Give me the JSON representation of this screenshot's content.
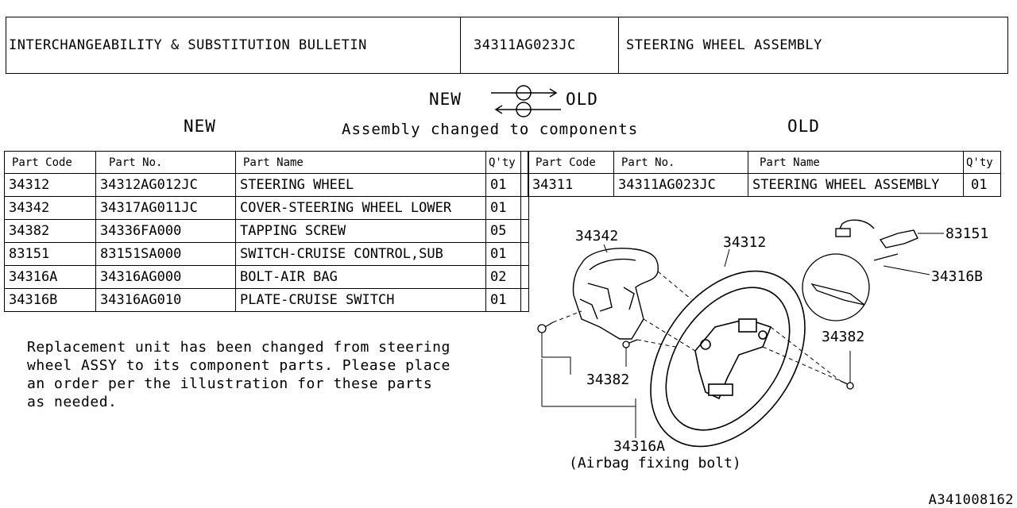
{
  "header": {
    "bulletin_title": "INTERCHANGEABILITY & SUBSTITUTION BULLETIN",
    "part_number": "34311AG023JC",
    "part_name": "STEERING WHEEL ASSEMBLY"
  },
  "legend": {
    "new": "NEW",
    "old": "OLD"
  },
  "labels": {
    "new_side": "NEW",
    "old_side": "OLD",
    "change_type": "Assembly changed to components"
  },
  "new_table": {
    "headers": [
      "Part Code",
      "Part No.",
      "Part Name",
      "Q'ty"
    ],
    "rows": [
      [
        "34312",
        "34312AG012JC",
        "STEERING WHEEL",
        "01"
      ],
      [
        "34342",
        "34317AG011JC",
        "COVER-STEERING WHEEL LOWER",
        "01"
      ],
      [
        "34382",
        "34336FA000",
        "TAPPING SCREW",
        "05"
      ],
      [
        "83151",
        "83151SA000",
        "SWITCH-CRUISE CONTROL,SUB",
        "01"
      ],
      [
        "34316A",
        "34316AG000",
        "BOLT-AIR BAG",
        "02"
      ],
      [
        "34316B",
        "34316AG010",
        "PLATE-CRUISE SWITCH",
        "01"
      ]
    ]
  },
  "old_table": {
    "headers": [
      "Part Code",
      "Part No.",
      "Part Name",
      "Q'ty"
    ],
    "rows": [
      [
        "34311",
        "34311AG023JC",
        "STEERING WHEEL ASSEMBLY",
        "01"
      ]
    ]
  },
  "note": {
    "lines": [
      "Replacement unit has been changed from steering",
      "wheel ASSY to its component parts. Please place",
      "an order per the illustration for these parts",
      "as needed."
    ]
  },
  "diagram": {
    "callouts": {
      "c34342": "34342",
      "c34312": "34312",
      "c83151": "83151",
      "c34316B": "34316B",
      "c34382_right": "34382",
      "c34382_left": "34382",
      "c34316A": "34316A",
      "c34316A_note": "(Airbag fixing bolt)"
    }
  },
  "footer": {
    "illustration_code": "A341008162"
  }
}
